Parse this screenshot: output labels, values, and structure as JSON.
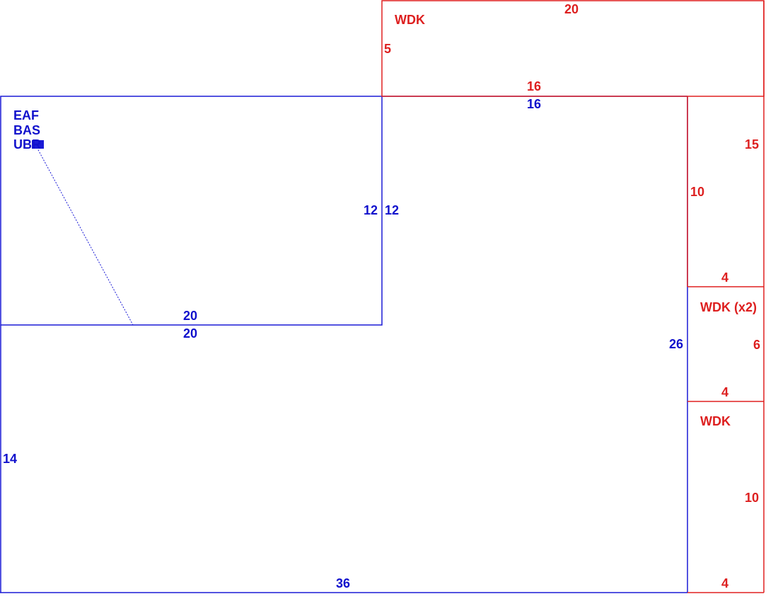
{
  "colors": {
    "existing": "#1a1ad6",
    "proposed": "#e02020"
  },
  "rooms": {
    "bedroom": {
      "tags": [
        "EAF",
        "BAS",
        "UBR"
      ]
    },
    "wdk_top": {
      "tag": "WDK"
    },
    "wdk_middle": {
      "tag": "WDK (x2)"
    },
    "wdk_bottom": {
      "tag": "WDK"
    }
  },
  "dimensions": {
    "wdk_top_width": "20",
    "wdk_top_left_depth": "5",
    "wdk_top_bottom_width": "16",
    "wdk_top_right_height": "15",
    "wdk_top_inner_height": "10",
    "main_top_width": "16",
    "bedroom_right_outer": "12",
    "bedroom_right_inner": "12",
    "bedroom_bottom_top": "20",
    "bedroom_bottom_below": "20",
    "main_right_height": "26",
    "main_left_height": "14",
    "main_bottom_width": "36",
    "wdk_middle_top_width": "4",
    "wdk_middle_height": "6",
    "wdk_middle_bottom_width": "4",
    "wdk_bottom_height": "10",
    "wdk_bottom_width": "4"
  }
}
